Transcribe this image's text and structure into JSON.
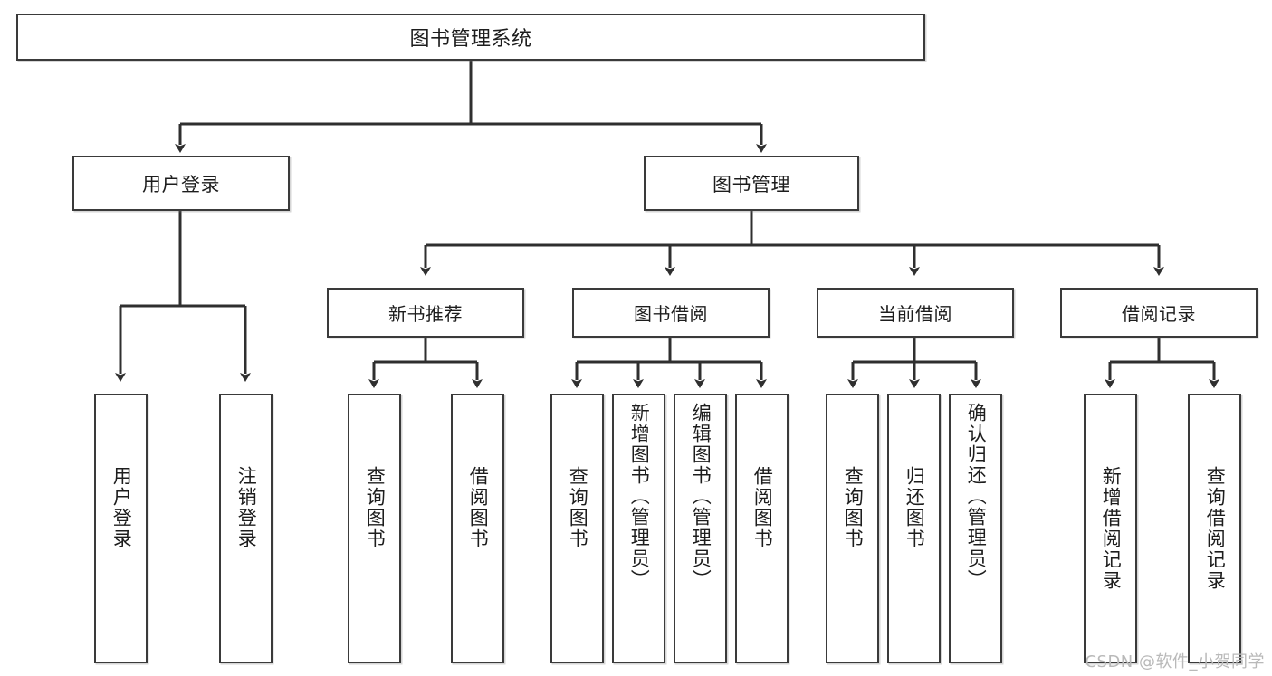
{
  "diagram": {
    "title": "图书管理系统",
    "type": "tree",
    "background_color": "#ffffff",
    "line_color": "#3a3a3a",
    "text_color": "#1d1d1d"
  },
  "root": {
    "label": "图书管理系统"
  },
  "level1": [
    {
      "label": "用户登录"
    },
    {
      "label": "图书管理"
    }
  ],
  "level2": [
    {
      "label": "新书推荐"
    },
    {
      "label": "图书借阅"
    },
    {
      "label": "当前借阅"
    },
    {
      "label": "借阅记录"
    }
  ],
  "leaves": {
    "user_login": [
      {
        "label": "用户登录"
      },
      {
        "label": "注销登录"
      }
    ],
    "new_book_recommend": [
      {
        "label": "查询图书"
      },
      {
        "label": "借阅图书"
      }
    ],
    "book_borrow": [
      {
        "label": "查询图书"
      },
      {
        "label": "新增图书（管理员）"
      },
      {
        "label": "编辑图书（管理员）"
      },
      {
        "label": "借阅图书"
      }
    ],
    "current_borrow": [
      {
        "label": "查询图书"
      },
      {
        "label": "归还图书"
      },
      {
        "label": "确认归还（管理员）"
      }
    ],
    "borrow_record": [
      {
        "label": "新增借阅记录"
      },
      {
        "label": "查询借阅记录"
      }
    ]
  },
  "watermark": {
    "text": "CSDN @软件_小贺同学"
  }
}
